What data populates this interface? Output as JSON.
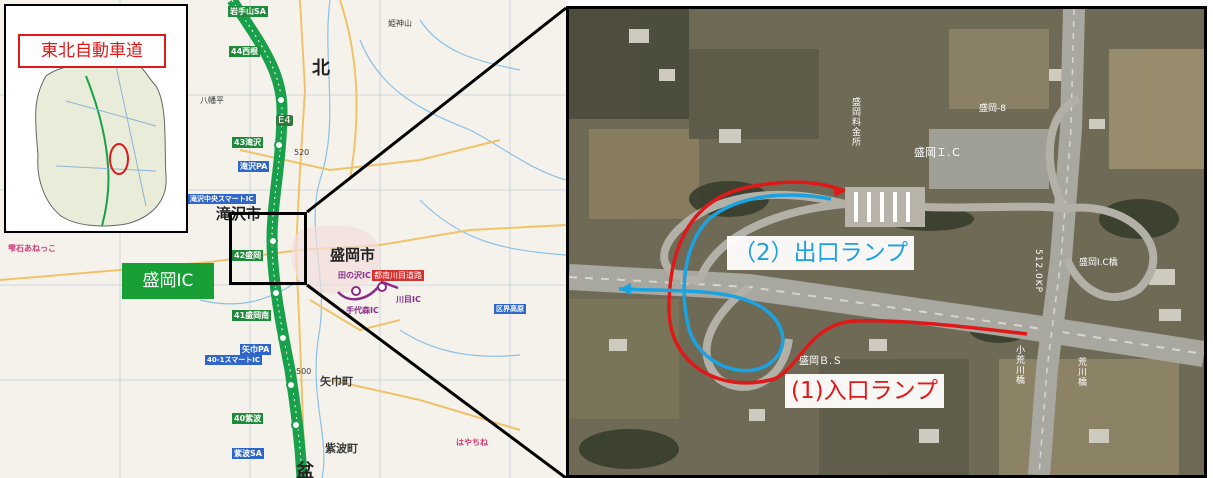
{
  "map": {
    "inset_title": "東北自動車道",
    "interchange_label": "盛岡IC",
    "labels": {
      "north": "北",
      "city_label": "盛岡市",
      "takizawa": "滝沢市",
      "route_e4": "E4",
      "km_520": "520",
      "km_500": "500",
      "yahaba": "矢巾町",
      "shiwa": "紫波町",
      "bon": "盆",
      "tamayama_sa": "岩手山SA",
      "nishine": "44西根",
      "takizawa_ic": "43滝沢",
      "takizawa_pa": "滝沢PA",
      "takizawa_smart": "滝沢中央スマートIC",
      "morioka_ic": "42盛岡",
      "morioka_minami": "41盛岡南",
      "yahaba_pa": "矢巾PA",
      "yahaba_smart": "40-1スマートIC",
      "shiwa_ic": "40紫波",
      "shiwa_sa": "紫波SA",
      "tanosawa": "田の沢IC",
      "road_name": "都南川目道路",
      "kawame": "川目IC",
      "teshiro": "手代森IC",
      "shizukuishi": "雫石あねっこ",
      "hayachine": "はやちね",
      "kunimi": "区界高原",
      "himekami": "姫神山",
      "hachiman": "八幡平"
    },
    "colors": {
      "expressway": "#19a04b",
      "inset_title": "#e01818",
      "ic_label_bg": "#18a037"
    }
  },
  "photo": {
    "exit_label": "（2）出口ランプ",
    "entry_label": "(1)入口ランプ",
    "labels": {
      "tollgate": "盛岡料金所",
      "ic_c": "盛岡Ｉ.Ｃ",
      "ic_8": "盛岡-8",
      "ic_bridge": "盛岡I.C橋",
      "bus_stop": "盛岡Ｂ.Ｓ",
      "kp": "512.0KP",
      "koarakawa": "小荒川橋",
      "arakawa": "荒川橋"
    },
    "colors": {
      "entry_ramp": "#e01818",
      "exit_ramp": "#1aa3e0"
    }
  }
}
